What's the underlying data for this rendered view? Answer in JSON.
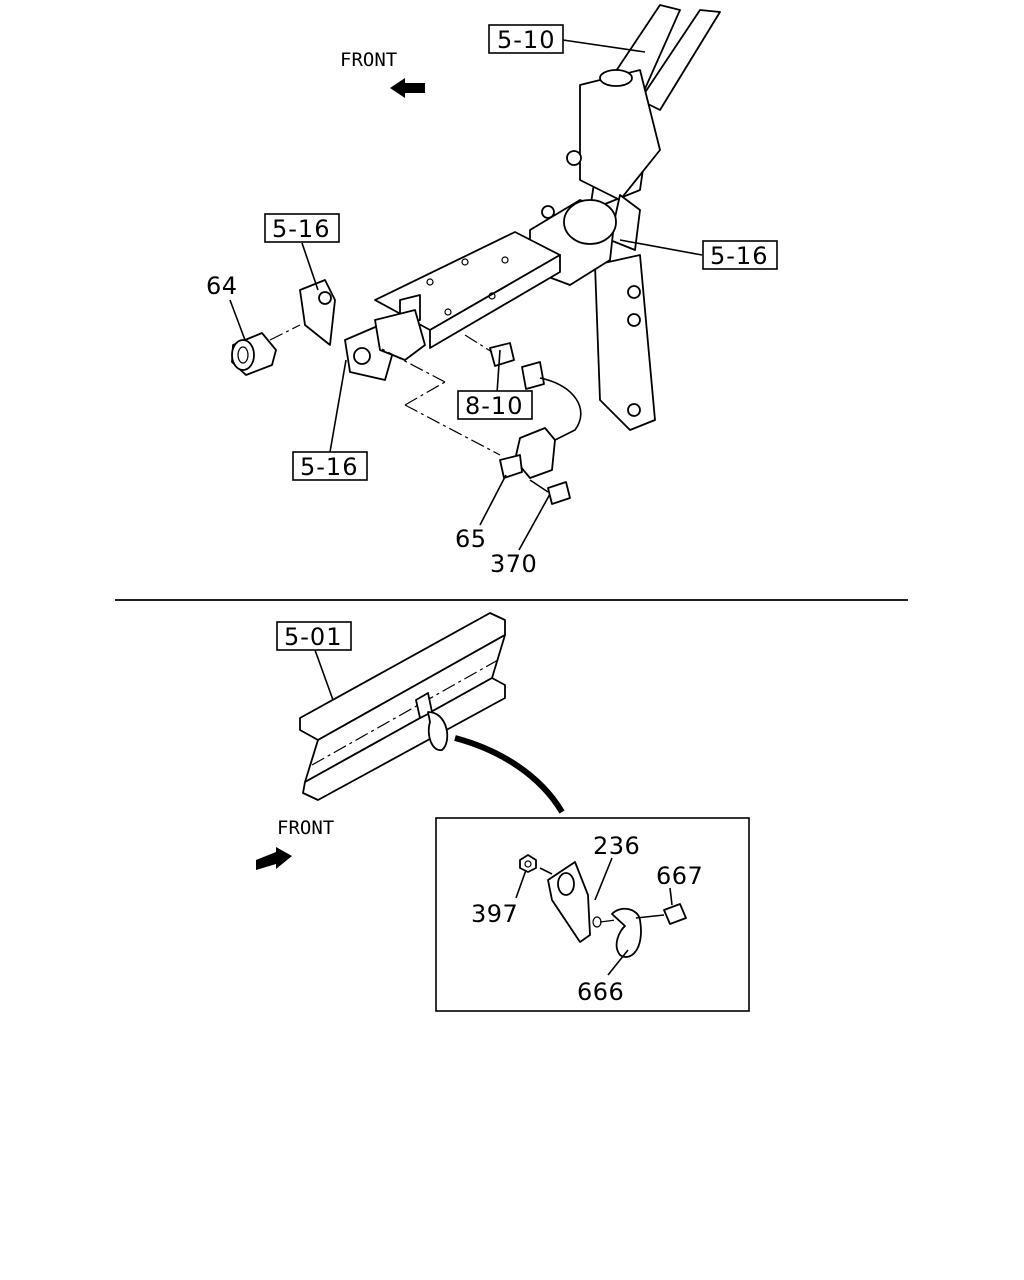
{
  "top_section": {
    "front_label": "FRONT",
    "refs": [
      "5-10",
      "5-16",
      "5-16",
      "8-10",
      "5-16"
    ],
    "parts": [
      "64",
      "65",
      "370"
    ]
  },
  "bottom_section": {
    "front_label": "FRONT",
    "refs": [
      "5-01"
    ],
    "detail_parts": [
      "236",
      "667",
      "397",
      "666"
    ]
  }
}
